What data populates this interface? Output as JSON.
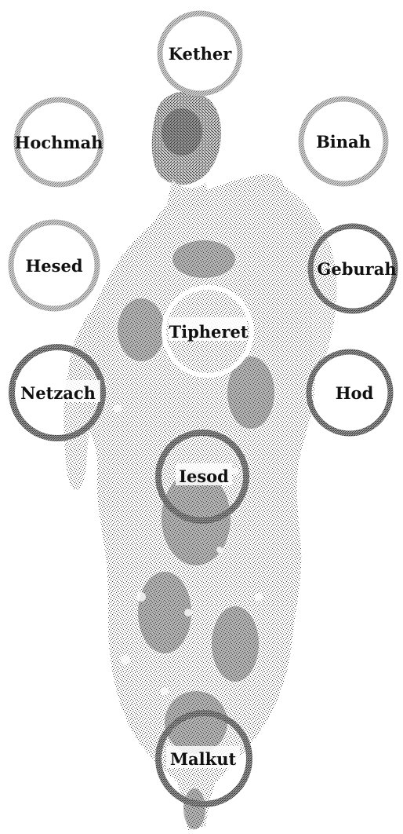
{
  "diagram": {
    "sefirot": [
      {
        "id": "kether",
        "label": "Kether",
        "ring": "light"
      },
      {
        "id": "hochmah",
        "label": "Hochmah",
        "ring": "light"
      },
      {
        "id": "binah",
        "label": "Binah",
        "ring": "light"
      },
      {
        "id": "hesed",
        "label": "Hesed",
        "ring": "light"
      },
      {
        "id": "geburah",
        "label": "Geburah",
        "ring": "dark"
      },
      {
        "id": "tipheret",
        "label": "Tipheret",
        "ring": "white"
      },
      {
        "id": "netzach",
        "label": "Netzach",
        "ring": "dark"
      },
      {
        "id": "hod",
        "label": "Hod",
        "ring": "dark"
      },
      {
        "id": "iesod",
        "label": "Iesod",
        "ring": "dark"
      },
      {
        "id": "malkut",
        "label": "Malkut",
        "ring": "dark"
      }
    ],
    "colors": {
      "ring_light": "#a8a8a8",
      "ring_dark": "#6a6a6a",
      "ring_white": "#ffffff",
      "figure_stipple": "#3a3a3a",
      "label": "#111111",
      "background": "#ffffff"
    }
  }
}
